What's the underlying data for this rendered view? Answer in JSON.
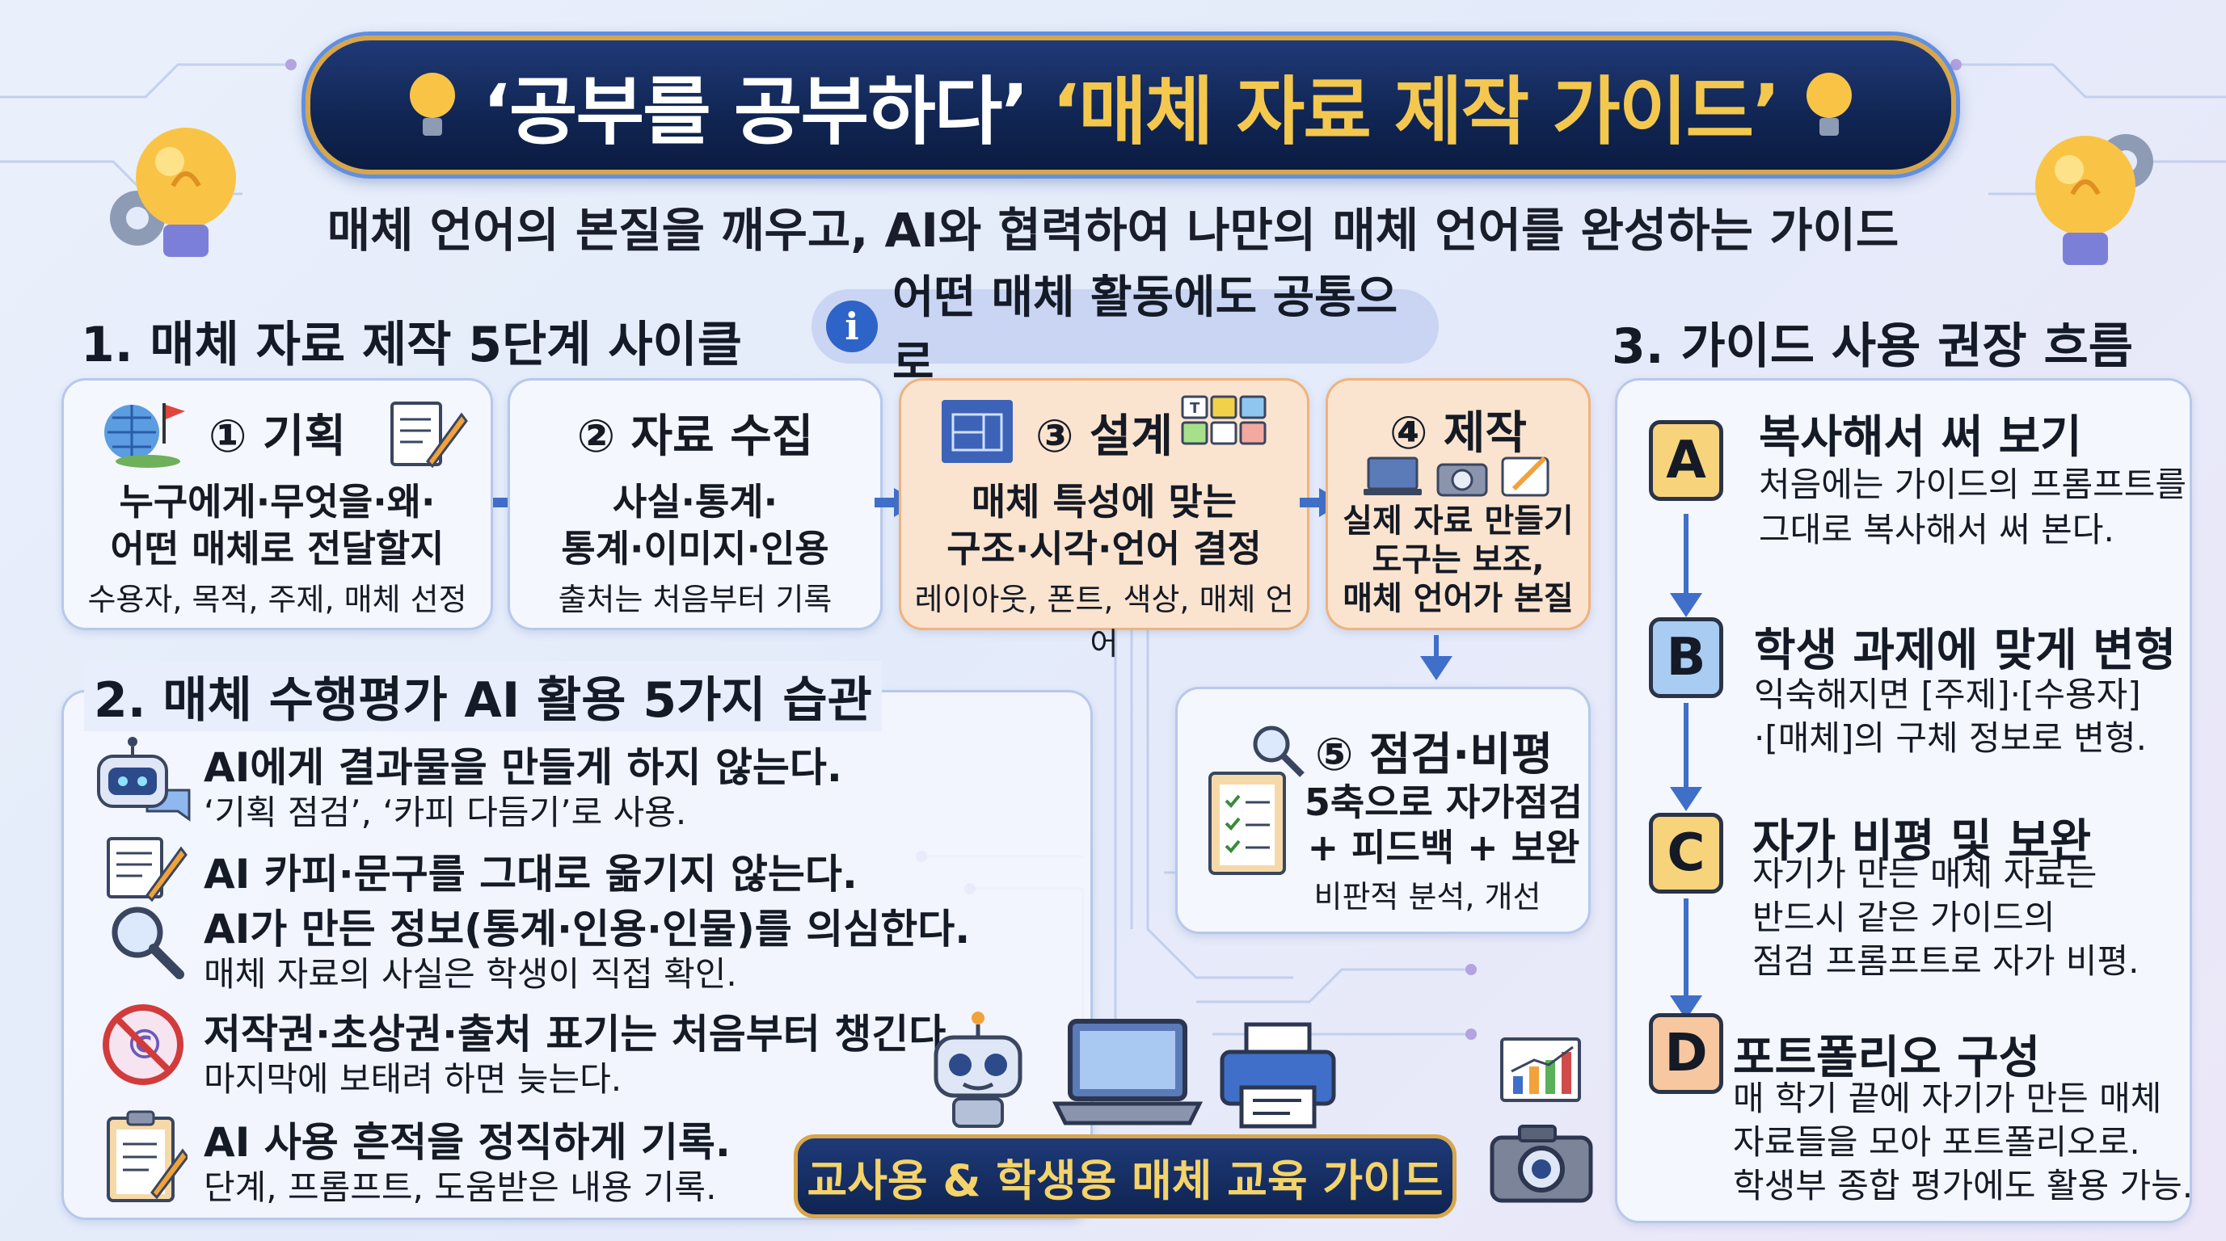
{
  "header": {
    "title_part1": "‘공부를 공부하다’",
    "title_part2": "‘매체 자료 제작 가이드’",
    "subtitle": "매체 언어의 본질을 깨우고, AI와 협력하여 나만의 매체 언어를 완성하는 가이드"
  },
  "section1": {
    "title": "1. 매체 자료 제작 5단계 사이클",
    "note": "어떤 매체 활동에도 공통으로",
    "steps": [
      {
        "title": "① 기획",
        "main": [
          "누구에게·무엇을·왜·",
          "어떤 매체로 전달할지"
        ],
        "sub": "수용자, 목적, 주제, 매체 선정"
      },
      {
        "title": "② 자료 수집",
        "main": [
          "사실·통계·",
          "통계·이미지·인용"
        ],
        "sub": "출처는 처음부터 기록"
      },
      {
        "title": "③ 설계",
        "main": [
          "매체 특성에 맞는",
          "구조·시각·언어 결정"
        ],
        "sub": "레이아웃, 폰트, 색상, 매체 언어"
      },
      {
        "title": "④ 제작",
        "main": [
          "실제 자료 만들기",
          "도구는 보조,",
          "매체 언어가 본질"
        ]
      },
      {
        "title": "⑤ 점검·비평",
        "main": [
          "5축으로 자가점검",
          "+ 피드백 + 보완"
        ],
        "sub": "비판적 분석, 개선"
      }
    ]
  },
  "section2": {
    "title": "2. 매체 수행평가 AI 활용 5가지 습관",
    "habits": [
      {
        "title": "AI에게 결과물을 만들게 하지 않는다.",
        "sub": "‘기획 점검’, ‘카피 다듬기’로 사용."
      },
      {
        "title": "AI 카피·문구를 그대로 옮기지 않는다.",
        "sub": ""
      },
      {
        "title": "AI가 만든 정보(통계·인용·인물)를 의심한다.",
        "sub": "매체 자료의 사실은 학생이 직접 확인."
      },
      {
        "title": "저작권·초상권·출처 표기는 처음부터 챙긴다.",
        "sub": "마지막에 보태려 하면 늦는다."
      },
      {
        "title": "AI 사용 흔적을 정직하게 기록.",
        "sub": "단계, 프롬프트, 도움받은 내용 기록."
      }
    ]
  },
  "section3": {
    "title": "3. 가이드 사용 권장 흐름",
    "items": [
      {
        "badge": "A",
        "title": "복사해서 써 보기",
        "lines": [
          "처음에는 가이드의 프롬프트를",
          "그대로 복사해서 써 본다."
        ]
      },
      {
        "badge": "B",
        "title": "학생 과제에 맞게 변형",
        "lines": [
          "익숙해지면 [주제]·[수용자]",
          "·[매체]의 구체 정보로 변형."
        ]
      },
      {
        "badge": "C",
        "title": "자가 비평 및 보완",
        "lines": [
          "자기가 만든 매체 자료는",
          "반드시 같은 가이드의",
          "점검 프롬프트로 자가 비평."
        ]
      },
      {
        "badge": "D",
        "title": "포트폴리오 구성",
        "lines": [
          "매 학기 끝에 자기가 만든 매체",
          "자료들을 모아 포트폴리오로.",
          "학생부 종합 평가에도 활용 가능."
        ]
      }
    ]
  },
  "footer": {
    "label": "교사용 & 학생용 매체 교육 가이드"
  },
  "colors": {
    "accent": "#3f6fc9",
    "title_gold": "#f4c84e",
    "navy": "#102552",
    "orange_card": "#fbe4cf"
  },
  "icons": [
    "lightbulb-icon",
    "gear-icon",
    "globe-icon",
    "flag-icon",
    "document-pen-icon",
    "blueprint-icon",
    "tools-grid-icon",
    "laptop-icon",
    "camera-icon",
    "design-app-icon",
    "magnifier-icon",
    "clipboard-checklist-icon",
    "robot-icon",
    "chat-bubble-icon",
    "no-copyright-icon",
    "printer-icon",
    "bar-chart-icon",
    "info-icon"
  ]
}
